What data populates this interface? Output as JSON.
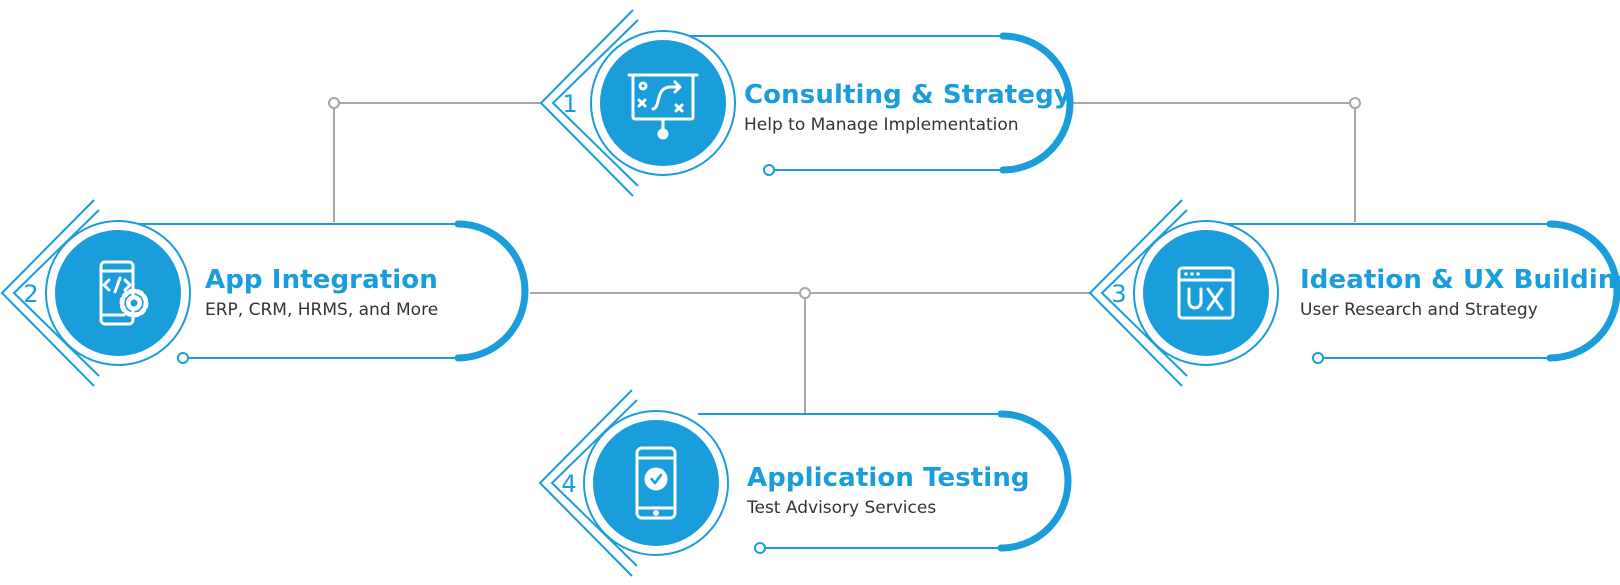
{
  "colors": {
    "accent": "#199ddb",
    "connector": "#a6a6a6",
    "text": "#333333"
  },
  "steps": [
    {
      "number": "1",
      "title": "Consulting & Strategy",
      "subtitle": "Help to Manage Implementation",
      "icon": "strategy-board-icon"
    },
    {
      "number": "2",
      "title": "App Integration",
      "subtitle": "ERP, CRM, HRMS, and More",
      "icon": "mobile-code-gear-icon"
    },
    {
      "number": "3",
      "title": "Ideation & UX Building",
      "subtitle": "User Research and Strategy",
      "icon": "ux-window-icon"
    },
    {
      "number": "4",
      "title": "Application Testing",
      "subtitle": "Test Advisory Services",
      "icon": "mobile-check-icon"
    }
  ]
}
